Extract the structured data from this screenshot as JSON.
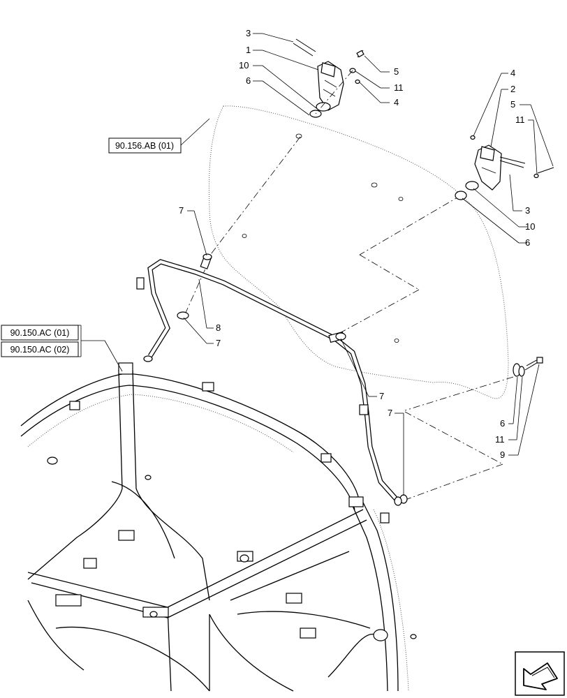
{
  "references": {
    "glass": "90.156.AB (01)",
    "frame_1": "90.150.AC (01)",
    "frame_2": "90.150.AC (02)"
  },
  "callouts": {
    "c3_top": "3",
    "c1_top": "1",
    "c10_top": "10",
    "c6_top": "6",
    "c5_top": "5",
    "c11_top": "11",
    "c4_top": "4",
    "c4_right": "4",
    "c2_right": "2",
    "c5_right": "5",
    "c11_right": "11",
    "c3_right": "3",
    "c10_right": "10",
    "c6_right": "6",
    "c7_a": "7",
    "c8": "8",
    "c7_b": "7",
    "c7_c": "7",
    "c7_d": "7",
    "c6_low": "6",
    "c11_low": "11",
    "c9": "9"
  },
  "icons": {
    "nav": "next-page-arrow-icon"
  }
}
